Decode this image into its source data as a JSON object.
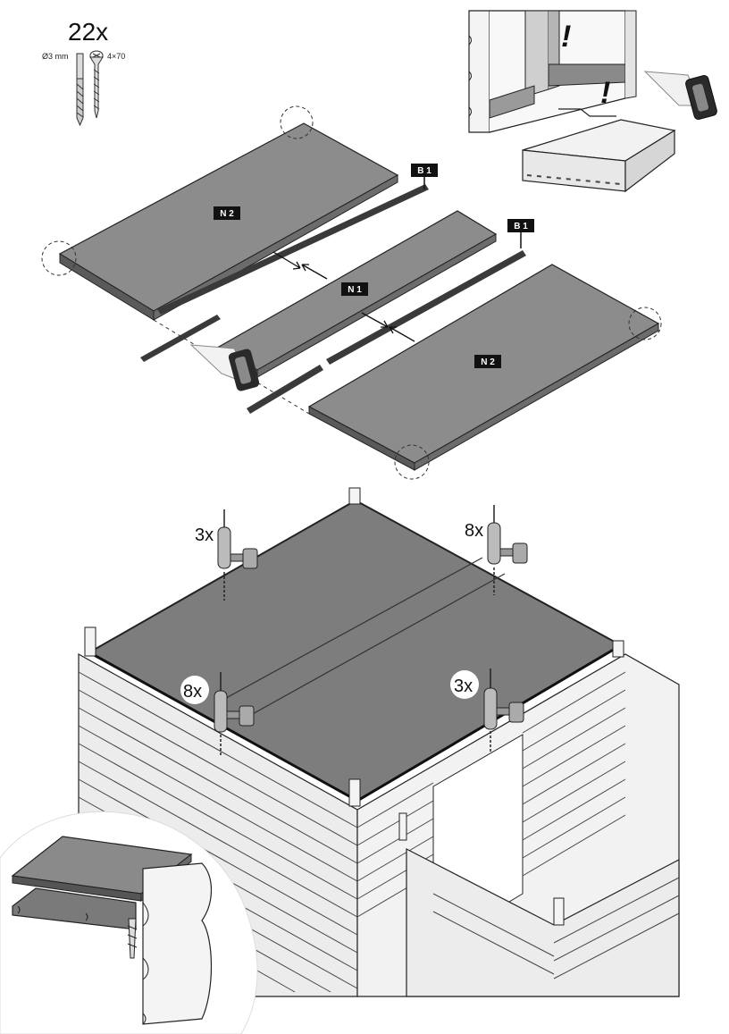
{
  "screws": {
    "quantity": "22x",
    "drill_size": "Ø3 mm",
    "screw_size": "4×70"
  },
  "panels": {
    "left_label": "N 2",
    "middle_label": "N 1",
    "right_label": "N 2"
  },
  "battens": {
    "label_upper": "B 1",
    "label_lower": "B 1"
  },
  "drill_counts": {
    "back_left": "3x",
    "back_right": "8x",
    "front_left": "8x",
    "front_right": "3x"
  },
  "warning_marks": [
    "!",
    "!"
  ],
  "colors": {
    "panel_gray": "#8c8c8c",
    "panel_edge": "#5a5a5a",
    "line": "#222222",
    "tag_bg": "#111111",
    "wall": "#ececec"
  },
  "icons": [
    "drill-bit-icon",
    "screw-icon",
    "drill-icon",
    "corner-detail-icon",
    "warning-icon"
  ]
}
